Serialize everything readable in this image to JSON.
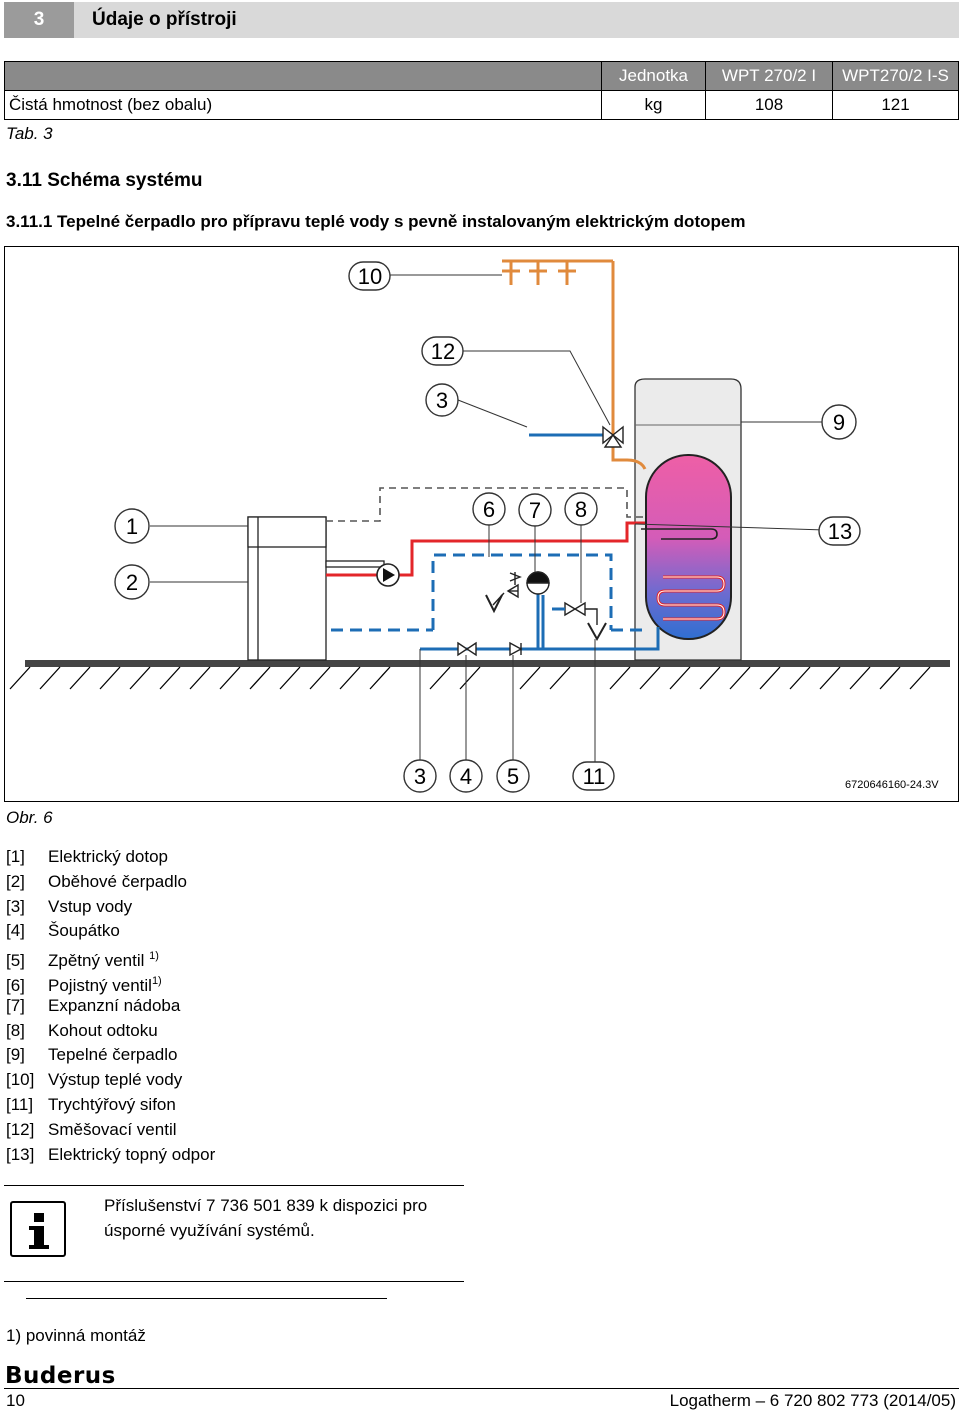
{
  "header": {
    "chapter_number": "3",
    "chapter_title": "Údaje o přístroji"
  },
  "spec_table": {
    "columns": [
      "",
      "Jednotka",
      "WPT 270/2 I",
      "WPT270/2 I-S"
    ],
    "rows": [
      {
        "label": "Čistá hmotnost (bez obalu)",
        "unit": "kg",
        "v1": "108",
        "v2": "121"
      }
    ],
    "caption": "Tab. 3"
  },
  "section": {
    "title": "3.11   Schéma systému"
  },
  "subsection": {
    "title": "3.11.1  Tepelné čerpadlo pro přípravu teplé vody s pevně instalovaným elektrickým dotopem"
  },
  "figure": {
    "callouts": [
      "10",
      "12",
      "3",
      "9",
      "1",
      "2",
      "6",
      "7",
      "8",
      "13",
      "3",
      "4",
      "5",
      "11"
    ],
    "code": "6720646160-24.3V",
    "caption": "Obr. 6",
    "colors": {
      "hot": "#e3262a",
      "cold": "#1d6db5",
      "dhw": "#e08a3c",
      "tank_top": "#ee5fa6",
      "tank_bottom": "#2f6fd1"
    }
  },
  "legend": [
    {
      "key": "[1]",
      "text": "Elektrický dotop",
      "note": ""
    },
    {
      "key": "[2]",
      "text": "Oběhové čerpadlo",
      "note": ""
    },
    {
      "key": "[3]",
      "text": "Vstup vody",
      "note": ""
    },
    {
      "key": "[4]",
      "text": "Šoupátko",
      "note": ""
    },
    {
      "key": "[5]",
      "text": "Zpětný ventil ",
      "note": "1)"
    },
    {
      "key": "[6]",
      "text": "Pojistný ventil",
      "note": "1)"
    },
    {
      "key": "[7]",
      "text": "Expanzní nádoba",
      "note": ""
    },
    {
      "key": "[8]",
      "text": "Kohout odtoku",
      "note": ""
    },
    {
      "key": "[9]",
      "text": "Tepelné čerpadlo",
      "note": ""
    },
    {
      "key": "[10]",
      "text": "Výstup teplé vody",
      "note": ""
    },
    {
      "key": "[11]",
      "text": "Trychtýřový sifon",
      "note": ""
    },
    {
      "key": "[12]",
      "text": "Směšovací ventil",
      "note": ""
    },
    {
      "key": "[13]",
      "text": "Elektrický topný odpor",
      "note": ""
    }
  ],
  "info_note": {
    "line1": "Příslušenství 7 736 501 839 k dispozici pro",
    "line2": "úsporné využívání systémů."
  },
  "footnote": "1)  povinná montáž",
  "footer": {
    "brand": "Buderus",
    "page": "10",
    "doc": "Logatherm – 6 720 802 773 (2014/05)"
  }
}
